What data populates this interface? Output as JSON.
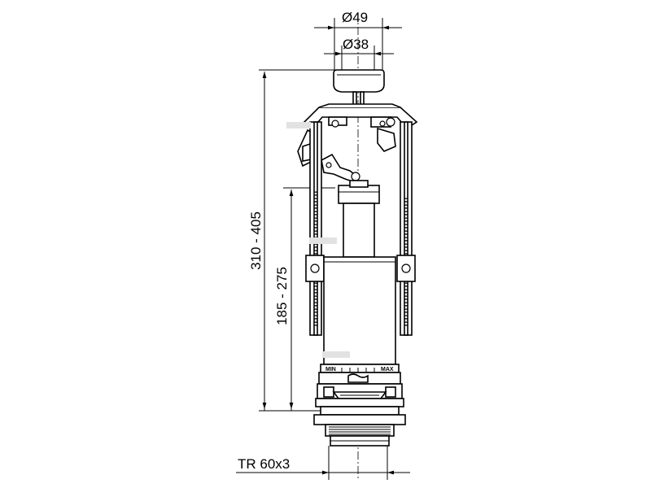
{
  "diagram": {
    "dimensions": {
      "top_outer": "Ø49",
      "top_inner": "Ø38",
      "total_height": "310 - 405",
      "overflow_height": "185 - 275",
      "thread": "TR 60x3"
    },
    "scale": {
      "min": "MIN",
      "max": "MAX"
    }
  }
}
